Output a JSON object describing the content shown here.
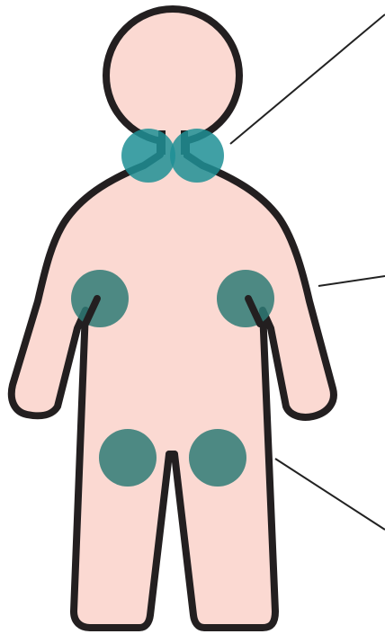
{
  "diagram": {
    "colors": {
      "skin": "#fbd9d2",
      "outline": "#231f20",
      "node_teal": "#1f8f95",
      "node_dark": "#2e7a76",
      "leader": "#222222",
      "background": "#ffffff"
    },
    "figure": {
      "icon": "human-body-outline-icon"
    },
    "markers": [
      {
        "name": "neck-left-node",
        "icon": "lymph-node-marker-icon"
      },
      {
        "name": "neck-right-node",
        "icon": "lymph-node-marker-icon"
      },
      {
        "name": "armpit-left-node",
        "icon": "lymph-node-marker-icon"
      },
      {
        "name": "armpit-right-node",
        "icon": "lymph-node-marker-icon"
      },
      {
        "name": "groin-left-node",
        "icon": "lymph-node-marker-icon"
      },
      {
        "name": "groin-right-node",
        "icon": "lymph-node-marker-icon"
      }
    ],
    "leader_lines": [
      {
        "name": "leader-line-neck"
      },
      {
        "name": "leader-line-armpit"
      },
      {
        "name": "leader-line-groin"
      }
    ]
  }
}
